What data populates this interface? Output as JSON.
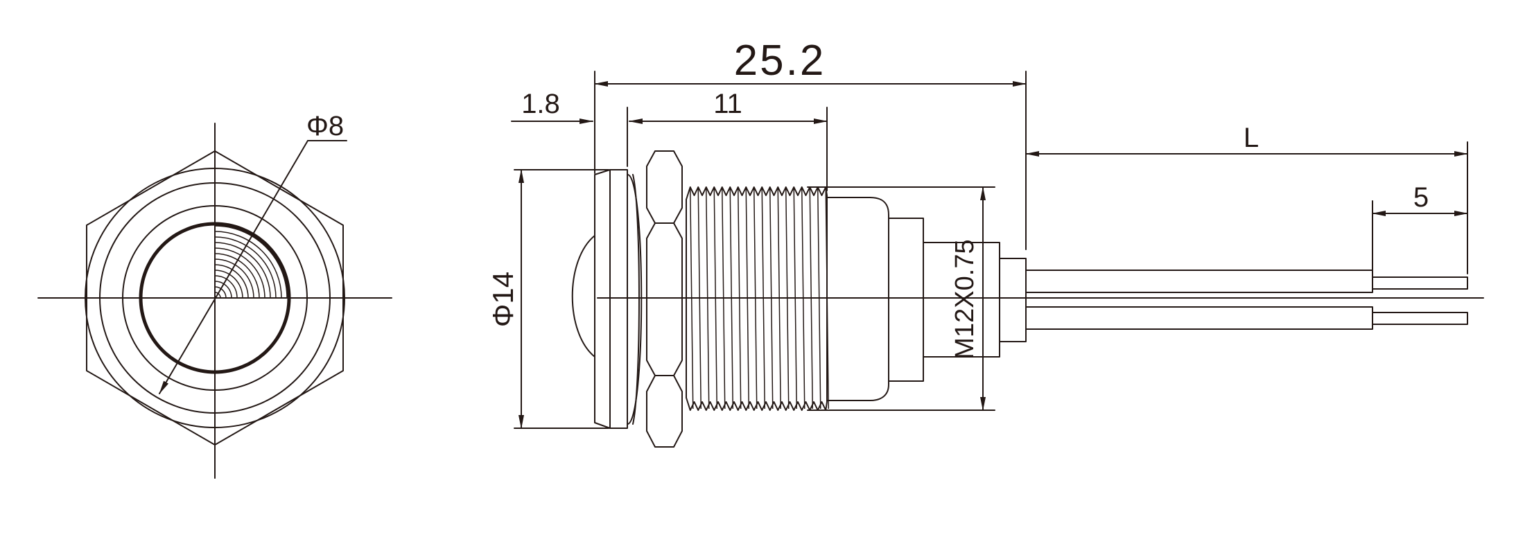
{
  "dimensions": {
    "overall_length": "25.2",
    "bezel_depth": "1.8",
    "thread_length": "11",
    "lead_length": "L",
    "strip_length": "5",
    "outer_diameter": "Φ14",
    "lens_diameter": "Φ8",
    "thread_spec": "M12X0.75"
  },
  "colors": {
    "line": "#231815",
    "background": "#ffffff"
  }
}
